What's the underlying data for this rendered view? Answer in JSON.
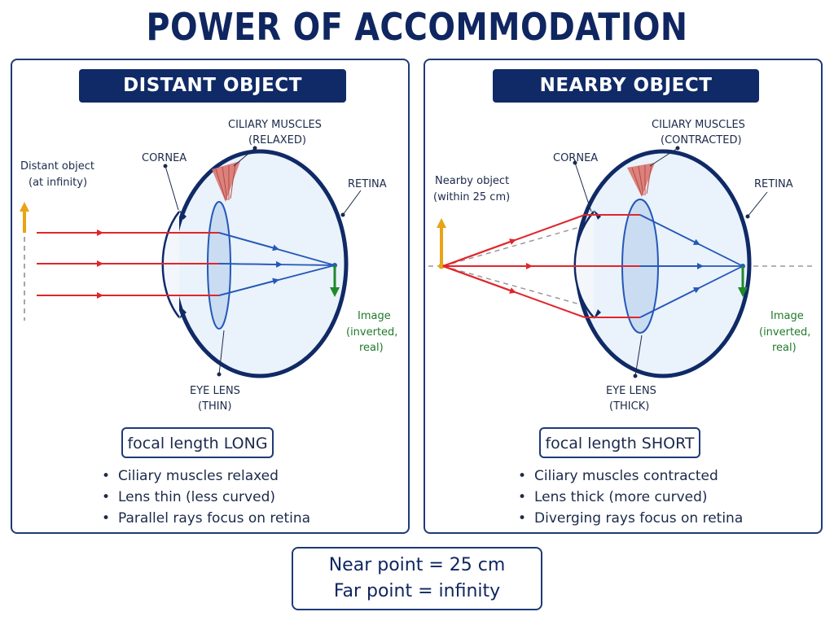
{
  "title": "POWER OF ACCOMMODATION",
  "colors": {
    "navy": "#0f2a66",
    "ray": "#e0262b",
    "refracted_ray": "#2458b8",
    "object_arrow": "#e8a416",
    "image_arrow": "#1f8a2c",
    "image_label": "#1f7a2a",
    "muscle": "#d9766f",
    "eye_fill": "#eaf2fb",
    "lens_fill": "#c9dcf2"
  },
  "panels": [
    {
      "header": "DISTANT OBJECT",
      "object_label_1": "Distant object",
      "object_label_2": "(at infinity)",
      "cornea": "CORNEA",
      "muscles_1": "CILIARY MUSCLES",
      "muscles_2": "(RELAXED)",
      "retina": "RETINA",
      "image_1": "Image",
      "image_2": "(inverted,",
      "image_3": "real)",
      "lens_1": "EYE LENS",
      "lens_2": "(THIN)",
      "focal": "focal length LONG",
      "bullets": [
        "Ciliary muscles relaxed",
        "Lens thin (less curved)",
        "Parallel rays focus on retina"
      ]
    },
    {
      "header": "NEARBY OBJECT",
      "object_label_1": "Nearby object",
      "object_label_2": "(within 25 cm)",
      "cornea": "CORNEA",
      "muscles_1": "CILIARY MUSCLES",
      "muscles_2": "(CONTRACTED)",
      "retina": "RETINA",
      "image_1": "Image",
      "image_2": "(inverted,",
      "image_3": "real)",
      "lens_1": "EYE LENS",
      "lens_2": "(THICK)",
      "focal": "focal length SHORT",
      "bullets": [
        "Ciliary muscles contracted",
        "Lens thick (more curved)",
        "Diverging rays focus on retina"
      ]
    }
  ],
  "near_point": "Near point = 25 cm",
  "far_point": "Far point = infinity"
}
